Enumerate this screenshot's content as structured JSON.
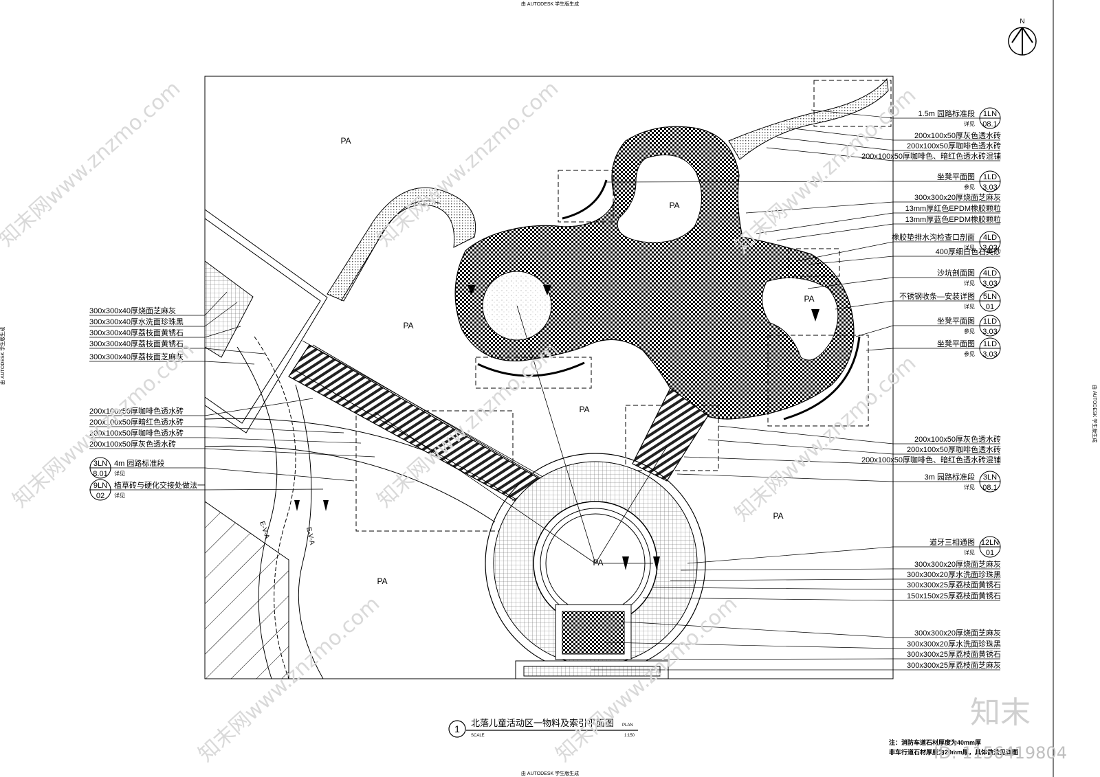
{
  "header": {
    "autodesk_top": "由 AUTODESK 学生版生成",
    "autodesk_bottom": "由 AUTODESK 学生版生成",
    "autodesk_side": "由 AUTODESK 学生版生成"
  },
  "north": {
    "label": "N"
  },
  "zones": [
    {
      "label": "PA"
    },
    {
      "label": "PA"
    },
    {
      "label": "PA"
    },
    {
      "label": "PA"
    },
    {
      "label": "PA"
    },
    {
      "label": "PA"
    },
    {
      "label": "PA"
    },
    {
      "label": "PA"
    }
  ],
  "fire_lane": [
    {
      "label": "E-V-A"
    },
    {
      "label": "E-V-A"
    }
  ],
  "right_labels": [
    {
      "text": "1.5m 园路标准段",
      "ref_top": "1LN",
      "ref_bot": "08.1",
      "sub": "详见"
    },
    {
      "text": "200x100x50厚灰色透水砖"
    },
    {
      "text": "200x100x50厚咖啡色透水砖"
    },
    {
      "text": "200x100x50厚咖啡色、暗红色透水砖混铺"
    },
    {
      "text": "坐凳平面图",
      "ref_top": "1LD",
      "ref_bot": "3.03",
      "sub": "参见"
    },
    {
      "text": "300x300x20厚烧面芝麻灰"
    },
    {
      "text": "13mm厚红色EPDM橡胶颗粒"
    },
    {
      "text": "13mm厚蓝色EPDM橡胶颗粒"
    },
    {
      "text": "橡胶垫排水沟检查口剖面",
      "ref_top": "4LD",
      "ref_bot": "3.03",
      "sub": "详见"
    },
    {
      "text": "400厚细白色石英砂"
    },
    {
      "text": "沙坑剖面图",
      "ref_top": "4LD",
      "ref_bot": "3.03",
      "sub": "详见"
    },
    {
      "text": "不锈钢收条—安装详图",
      "ref_top": "5LN",
      "ref_bot": "01",
      "sub": "详见"
    },
    {
      "text": "坐凳平面图",
      "ref_top": "1LD",
      "ref_bot": "3.03",
      "sub": "参见"
    },
    {
      "text": "坐凳平面图",
      "ref_top": "1LD",
      "ref_bot": "3.03",
      "sub": "参见"
    },
    {
      "text": "200x100x50厚灰色透水砖"
    },
    {
      "text": "200x100x50厚咖啡色透水砖"
    },
    {
      "text": "200x100x50厚咖啡色、暗红色透水砖混铺"
    },
    {
      "text": "3m 园路标准段",
      "ref_top": "3LN",
      "ref_bot": "08.1",
      "sub": "详见"
    },
    {
      "text": "道牙三相通图",
      "ref_top": "12LN",
      "ref_bot": "01",
      "sub": "详见"
    },
    {
      "text": "300x300x20厚烧面芝麻灰"
    },
    {
      "text": "300x300x20厚水洗面珍珠黑"
    },
    {
      "text": "300x300x25厚荔枝面黄锈石"
    },
    {
      "text": "150x150x25厚荔枝面黄锈石"
    },
    {
      "text": "300x300x20厚烧面芝麻灰"
    },
    {
      "text": "300x300x20厚水洗面珍珠黑"
    },
    {
      "text": "300x300x25厚荔枝面黄锈石"
    },
    {
      "text": "300x300x25厚荔枝面芝麻灰"
    }
  ],
  "left_labels": [
    {
      "text": "300x300x40厚烧面芝麻灰"
    },
    {
      "text": "300x300x40厚水洗面珍珠黑"
    },
    {
      "text": "300x300x40厚荔枝面黄锈石"
    },
    {
      "text": "300x300x40厚荔枝面黄锈石"
    },
    {
      "text": "300x300x40厚荔枝面芝麻灰"
    },
    {
      "text": "200x100x50厚咖啡色透水砖"
    },
    {
      "text": "200x100x50厚暗红色透水砖"
    },
    {
      "text": "200x100x50厚咖啡色透水砖"
    },
    {
      "text": "200x100x50厚灰色透水砖"
    },
    {
      "text": "4m 园路标准段",
      "ref_top": "3LN",
      "ref_bot": "8.01",
      "sub": "详见"
    },
    {
      "text": "植草砖与硬化交接处做法一",
      "ref_top": "9LN",
      "ref_bot": "02",
      "sub": "详见"
    }
  ],
  "title": {
    "number": "1",
    "text": "北落儿童活动区一物料及索引平面图",
    "plan": "PLAN",
    "scale_label": "SCALE",
    "scale": "1:150"
  },
  "notes": {
    "line1": "注：消防车道石材厚度为40mm厚",
    "line2": "非车行道石材厚度为20mm厚，具体做法见详图"
  },
  "brand": {
    "logo": "知末",
    "id": "ID: 1156419804"
  },
  "watermarks": [
    "知末网www.znzmo.com",
    "知末网www.znzmo.com",
    "知末网www.znzmo.com",
    "知末网www.znzmo.com",
    "知末网www.znzmo.com",
    "知末网www.znzmo.com",
    "知末网www.znzmo.com",
    "知末网www.znzmo.com"
  ]
}
